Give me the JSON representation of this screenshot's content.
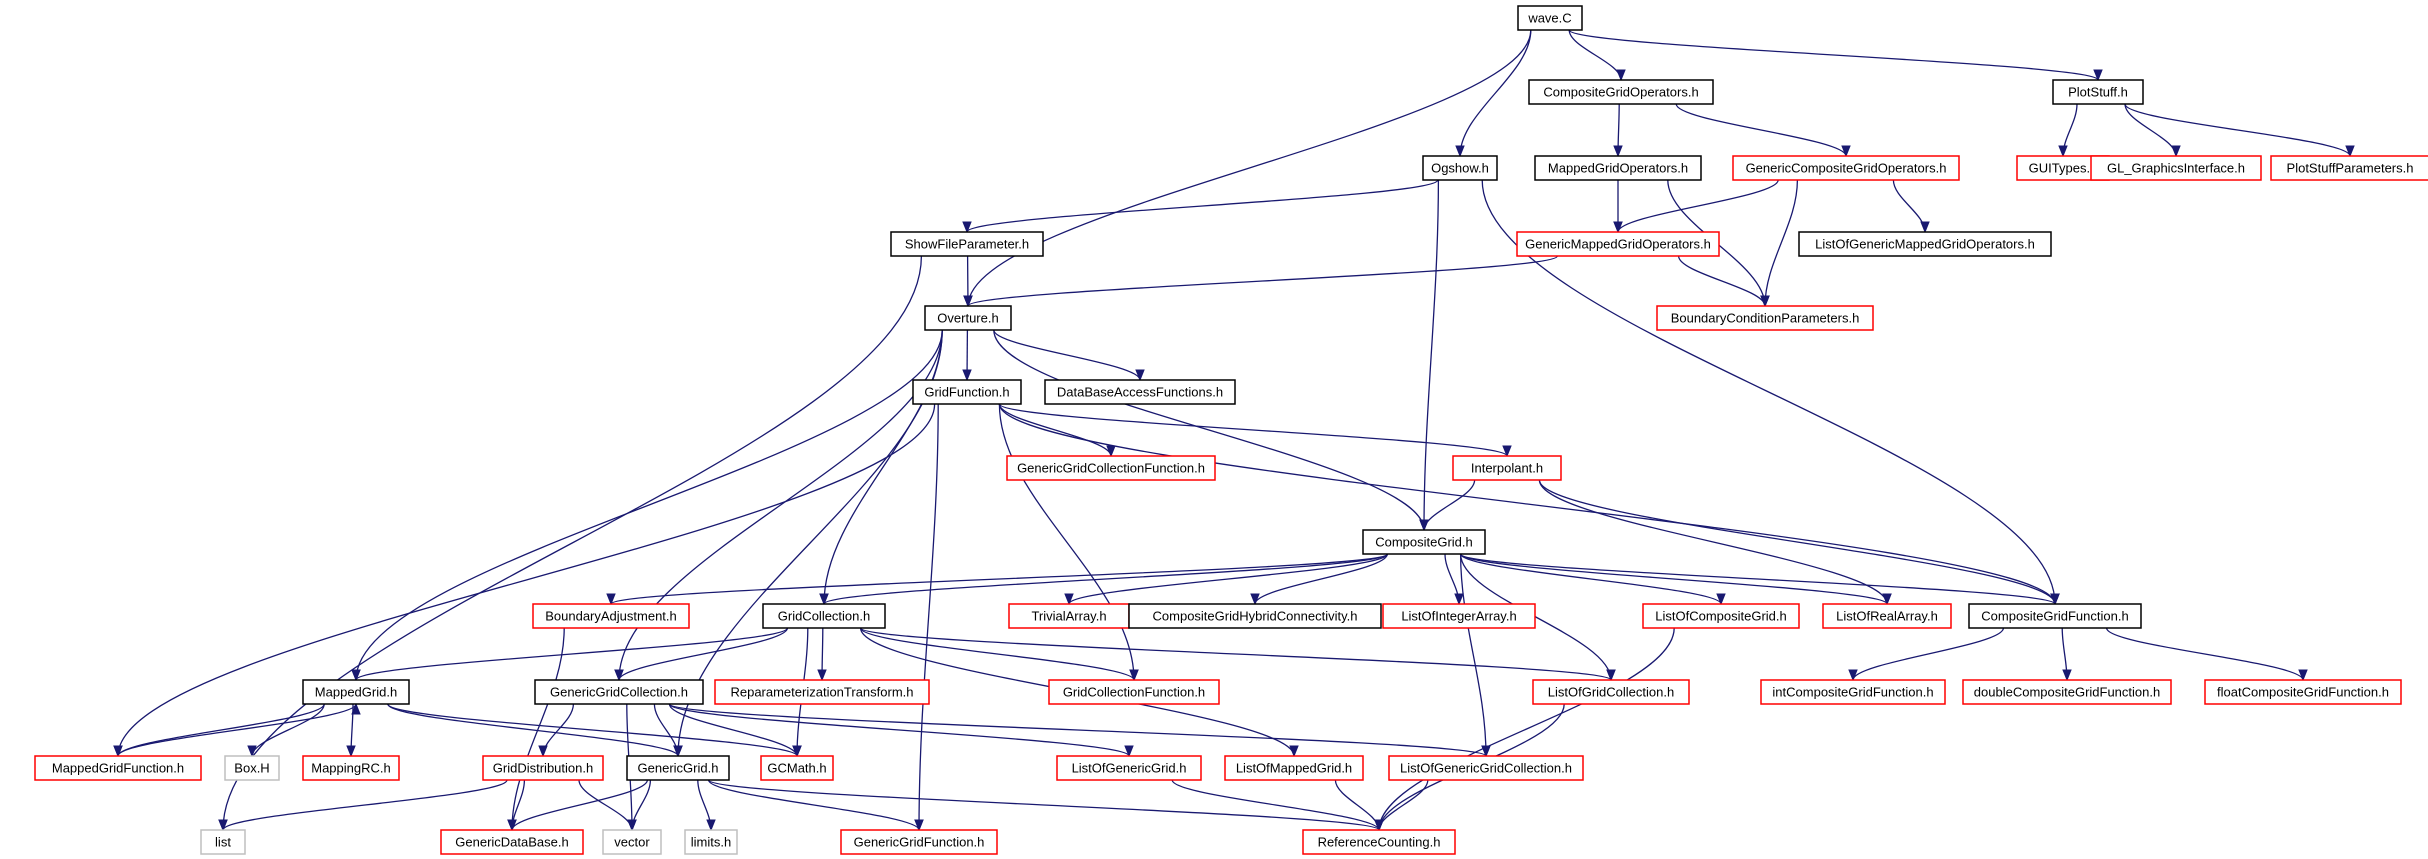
{
  "colors": {
    "root_fill": "#bfbfbf",
    "black_border": "#000000",
    "red_border": "#ff0000",
    "gray_border": "#bfbfbf",
    "edge": "#191970"
  },
  "nodes": [
    {
      "id": "wave",
      "label": "wave.C",
      "style": "root"
    },
    {
      "id": "cgo",
      "label": "CompositeGridOperators.h",
      "style": "black"
    },
    {
      "id": "plotstuff",
      "label": "PlotStuff.h",
      "style": "black"
    },
    {
      "id": "ogshow",
      "label": "Ogshow.h",
      "style": "black"
    },
    {
      "id": "mgo",
      "label": "MappedGridOperators.h",
      "style": "black"
    },
    {
      "id": "gcgo",
      "label": "GenericCompositeGridOperators.h",
      "style": "red"
    },
    {
      "id": "guitypes",
      "label": "GUITypes.h",
      "style": "red"
    },
    {
      "id": "glgi",
      "label": "GL_GraphicsInterface.h",
      "style": "red"
    },
    {
      "id": "psp",
      "label": "PlotStuffParameters.h",
      "style": "red"
    },
    {
      "id": "sfp",
      "label": "ShowFileParameter.h",
      "style": "black"
    },
    {
      "id": "gmgo",
      "label": "GenericMappedGridOperators.h",
      "style": "red"
    },
    {
      "id": "logmgo",
      "label": "ListOfGenericMappedGridOperators.h",
      "style": "black"
    },
    {
      "id": "overture",
      "label": "Overture.h",
      "style": "black"
    },
    {
      "id": "bcp",
      "label": "BoundaryConditionParameters.h",
      "style": "red"
    },
    {
      "id": "gridfunc",
      "label": "GridFunction.h",
      "style": "black"
    },
    {
      "id": "dbaf",
      "label": "DataBaseAccessFunctions.h",
      "style": "black"
    },
    {
      "id": "gcgf",
      "label": "GenericGridCollectionFunction.h",
      "style": "red"
    },
    {
      "id": "interp",
      "label": "Interpolant.h",
      "style": "red"
    },
    {
      "id": "cg",
      "label": "CompositeGrid.h",
      "style": "black"
    },
    {
      "id": "badj",
      "label": "BoundaryAdjustment.h",
      "style": "red"
    },
    {
      "id": "gc",
      "label": "GridCollection.h",
      "style": "black"
    },
    {
      "id": "trivial",
      "label": "TrivialArray.h",
      "style": "red"
    },
    {
      "id": "cghc",
      "label": "CompositeGridHybridConnectivity.h",
      "style": "black"
    },
    {
      "id": "loia",
      "label": "ListOfIntegerArray.h",
      "style": "red"
    },
    {
      "id": "locg",
      "label": "ListOfCompositeGrid.h",
      "style": "red"
    },
    {
      "id": "lora",
      "label": "ListOfRealArray.h",
      "style": "red"
    },
    {
      "id": "cgf",
      "label": "CompositeGridFunction.h",
      "style": "black"
    },
    {
      "id": "mg",
      "label": "MappedGrid.h",
      "style": "black"
    },
    {
      "id": "ggc",
      "label": "GenericGridCollection.h",
      "style": "black"
    },
    {
      "id": "rt",
      "label": "ReparameterizationTransform.h",
      "style": "red"
    },
    {
      "id": "gcf",
      "label": "GridCollectionFunction.h",
      "style": "red"
    },
    {
      "id": "logc",
      "label": "ListOfGridCollection.h",
      "style": "red"
    },
    {
      "id": "icgf",
      "label": "intCompositeGridFunction.h",
      "style": "red"
    },
    {
      "id": "dcgf",
      "label": "doubleCompositeGridFunction.h",
      "style": "red"
    },
    {
      "id": "fcgf",
      "label": "floatCompositeGridFunction.h",
      "style": "red"
    },
    {
      "id": "mgf",
      "label": "MappedGridFunction.h",
      "style": "red"
    },
    {
      "id": "boxh",
      "label": "Box.H",
      "style": "gray"
    },
    {
      "id": "mrc",
      "label": "MappingRC.h",
      "style": "red"
    },
    {
      "id": "gd",
      "label": "GridDistribution.h",
      "style": "red"
    },
    {
      "id": "gg",
      "label": "GenericGrid.h",
      "style": "black"
    },
    {
      "id": "gcmath",
      "label": "GCMath.h",
      "style": "red"
    },
    {
      "id": "logg",
      "label": "ListOfGenericGrid.h",
      "style": "red"
    },
    {
      "id": "lomg",
      "label": "ListOfMappedGrid.h",
      "style": "red"
    },
    {
      "id": "loggc",
      "label": "ListOfGenericGridCollection.h",
      "style": "red"
    },
    {
      "id": "list",
      "label": "list",
      "style": "gray"
    },
    {
      "id": "gdb",
      "label": "GenericDataBase.h",
      "style": "red"
    },
    {
      "id": "vector",
      "label": "vector",
      "style": "gray"
    },
    {
      "id": "limits",
      "label": "limits.h",
      "style": "gray"
    },
    {
      "id": "ggf",
      "label": "GenericGridFunction.h",
      "style": "red"
    },
    {
      "id": "rc",
      "label": "ReferenceCounting.h",
      "style": "red"
    }
  ],
  "edges": [
    [
      "wave",
      "cgo"
    ],
    [
      "wave",
      "plotstuff"
    ],
    [
      "wave",
      "ogshow"
    ],
    [
      "wave",
      "overture"
    ],
    [
      "cgo",
      "mgo"
    ],
    [
      "cgo",
      "gcgo"
    ],
    [
      "plotstuff",
      "guitypes"
    ],
    [
      "plotstuff",
      "glgi"
    ],
    [
      "plotstuff",
      "psp"
    ],
    [
      "ogshow",
      "sfp"
    ],
    [
      "ogshow",
      "cg"
    ],
    [
      "ogshow",
      "cgf"
    ],
    [
      "mgo",
      "gmgo"
    ],
    [
      "mgo",
      "bcp"
    ],
    [
      "gcgo",
      "gmgo"
    ],
    [
      "gcgo",
      "logmgo"
    ],
    [
      "gcgo",
      "bcp"
    ],
    [
      "sfp",
      "overture"
    ],
    [
      "sfp",
      "list"
    ],
    [
      "gmgo",
      "overture"
    ],
    [
      "gmgo",
      "bcp"
    ],
    [
      "overture",
      "gridfunc"
    ],
    [
      "overture",
      "dbaf"
    ],
    [
      "overture",
      "cg"
    ],
    [
      "overture",
      "gc"
    ],
    [
      "overture",
      "ggc"
    ],
    [
      "overture",
      "mg"
    ],
    [
      "overture",
      "gg"
    ],
    [
      "gridfunc",
      "gcgf"
    ],
    [
      "gridfunc",
      "interp"
    ],
    [
      "gridfunc",
      "cgf"
    ],
    [
      "gridfunc",
      "gcf"
    ],
    [
      "gridfunc",
      "mgf"
    ],
    [
      "gridfunc",
      "ggf"
    ],
    [
      "interp",
      "cg"
    ],
    [
      "interp",
      "cgf"
    ],
    [
      "interp",
      "lora"
    ],
    [
      "cg",
      "badj"
    ],
    [
      "cg",
      "gc"
    ],
    [
      "cg",
      "trivial"
    ],
    [
      "cg",
      "cghc"
    ],
    [
      "cg",
      "loia"
    ],
    [
      "cg",
      "locg"
    ],
    [
      "cg",
      "lora"
    ],
    [
      "cg",
      "cgf"
    ],
    [
      "cg",
      "logc"
    ],
    [
      "cg",
      "loggc"
    ],
    [
      "badj",
      "gdb"
    ],
    [
      "gc",
      "mg"
    ],
    [
      "gc",
      "ggc"
    ],
    [
      "gc",
      "rt"
    ],
    [
      "gc",
      "gcf"
    ],
    [
      "gc",
      "logc"
    ],
    [
      "gc",
      "lomg"
    ],
    [
      "gc",
      "gcmath"
    ],
    [
      "ggc",
      "gg"
    ],
    [
      "ggc",
      "gd"
    ],
    [
      "ggc",
      "gcmath"
    ],
    [
      "ggc",
      "logg"
    ],
    [
      "ggc",
      "loggc"
    ],
    [
      "ggc",
      "vector"
    ],
    [
      "cgf",
      "icgf"
    ],
    [
      "cgf",
      "dcgf"
    ],
    [
      "cgf",
      "fcgf"
    ],
    [
      "mg",
      "mgf"
    ],
    [
      "mg",
      "boxh"
    ],
    [
      "mg",
      "mrc"
    ],
    [
      "mg",
      "gg"
    ],
    [
      "mg",
      "gcmath"
    ],
    [
      "mgf",
      "mg"
    ],
    [
      "gd",
      "gdb"
    ],
    [
      "gd",
      "vector"
    ],
    [
      "gd",
      "list"
    ],
    [
      "gg",
      "gdb"
    ],
    [
      "gg",
      "limits"
    ],
    [
      "gg",
      "ggf"
    ],
    [
      "gg",
      "rc"
    ],
    [
      "gg",
      "vector"
    ],
    [
      "logg",
      "rc"
    ],
    [
      "lomg",
      "rc"
    ],
    [
      "loggc",
      "rc"
    ],
    [
      "logc",
      "rc"
    ],
    [
      "locg",
      "rc"
    ]
  ]
}
